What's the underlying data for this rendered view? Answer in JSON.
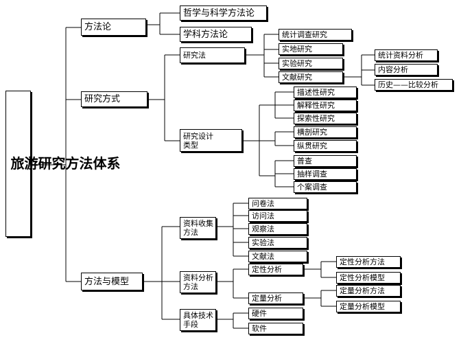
{
  "root": {
    "label": "旅游研究方法体系"
  },
  "level1": {
    "methodology": "方法论",
    "research_modes": "研究方式",
    "methods_models": "方法与模型"
  },
  "methodology_children": {
    "philosophy": "哲学与科学方法论",
    "disciplinary": "学科方法论"
  },
  "research_modes_children": {
    "research_methods": "研究法",
    "design_types": "研究设计\n类型"
  },
  "research_methods_children": {
    "survey": "统计调查研究",
    "field": "实地研究",
    "experimental": "实验研究",
    "literature": "文献研究"
  },
  "literature_children": {
    "statistical_data": "统计资料分析",
    "content": "内容分析",
    "historical": "历史——比较分析"
  },
  "design_types_children": {
    "descriptive": "描述性研究",
    "explanatory": "解释性研究",
    "exploratory": "探索性研究",
    "cross_sectional": "横剖研究",
    "longitudinal": "纵贯研究",
    "census": "普查",
    "sampling": "抽样调查",
    "case": "个案调查"
  },
  "methods_models_children": {
    "data_collection": "资料收集\n方法",
    "data_analysis": "资料分析\n方法",
    "techniques": "具体技术\n手段"
  },
  "data_collection_children": {
    "questionnaire": "问卷法",
    "interview": "访问法",
    "observation": "观察法",
    "experiment": "实验法",
    "documents": "文献法"
  },
  "data_analysis_children": {
    "qualitative": "定性分析",
    "quantitative": "定量分析"
  },
  "qualitative_children": {
    "methods": "定性分析方法",
    "models": "定性分析模型"
  },
  "quantitative_children": {
    "methods": "定量分析方法",
    "models": "定量分析模型"
  },
  "techniques_children": {
    "hardware": "硬件",
    "software": "软件"
  }
}
